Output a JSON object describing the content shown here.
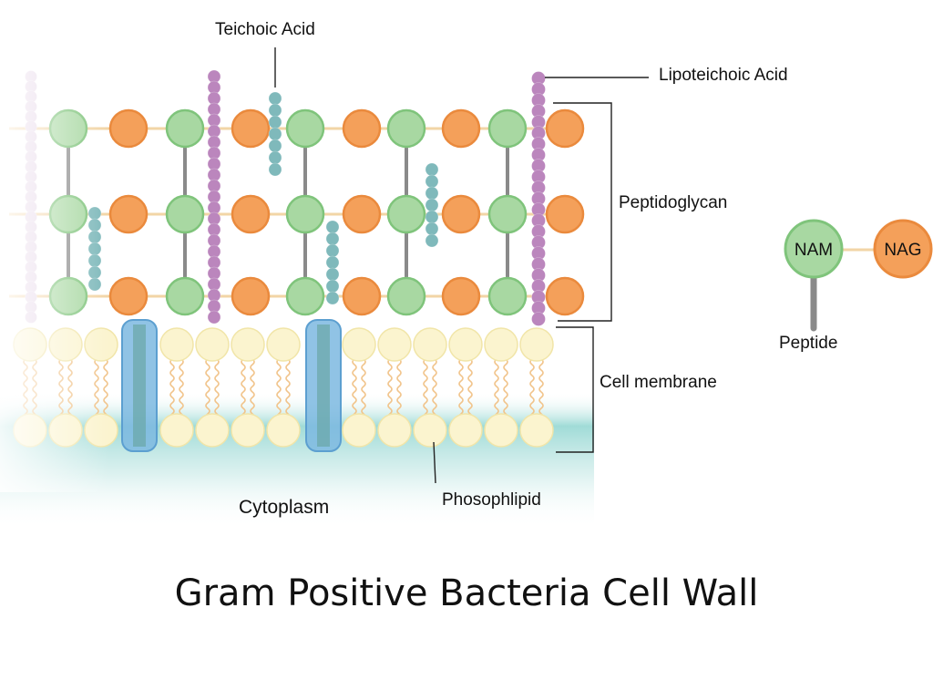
{
  "title": "Gram Positive Bacteria Cell Wall",
  "labels": {
    "teichoic_acid": "Teichoic Acid",
    "lipoteichoic_acid": "Lipoteichoic Acid",
    "peptidoglycan": "Peptidoglycan",
    "cell_membrane": "Cell membrane",
    "phospholipid": "Phosophlipid",
    "cytoplasm": "Cytoplasm",
    "peptide": "Peptide"
  },
  "legend": {
    "nam": "NAM",
    "nag": "NAG"
  },
  "colors": {
    "nam_fill": "#a8d8a2",
    "nam_stroke": "#7fc47b",
    "nag_fill": "#f4a05a",
    "nag_stroke": "#ea8a3d",
    "teichoic": "#7fb9bb",
    "lipoteichoic": "#bb86bd",
    "phospholipid_head": "#fbf4cf",
    "lipid_tail": "#f1c48b",
    "protein": "#7db9e0",
    "cytoplasm": "#8fd5d0",
    "crosslink": "#8a8a8a",
    "glycan_strand": "#f2d5a6"
  }
}
